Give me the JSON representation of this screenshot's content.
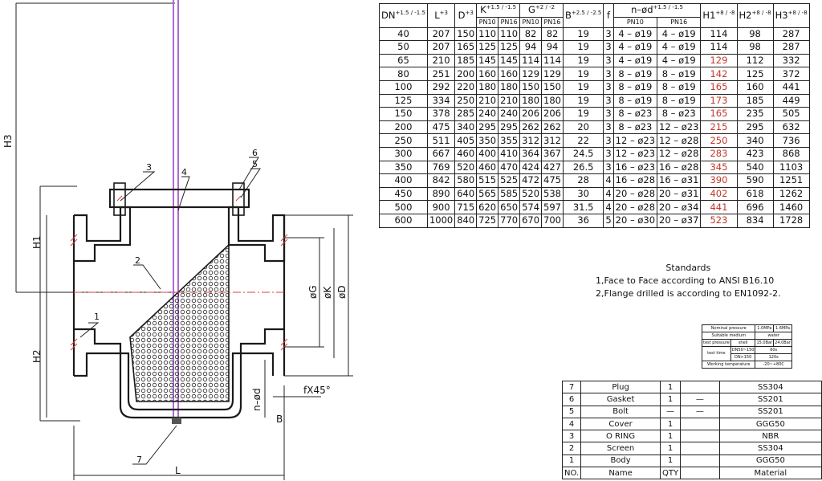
{
  "drawing": {
    "balloons": [
      "1",
      "2",
      "3",
      "4",
      "5",
      "6",
      "7"
    ],
    "dims": {
      "H3": "H3",
      "H1": "H1",
      "H2": "H2",
      "L": "L",
      "G": "øG",
      "K": "øK",
      "D": "øD",
      "nd": "n–ød",
      "B": "B",
      "chamfer": "fX45°"
    }
  },
  "dim_table": {
    "headers": [
      "DN",
      "L",
      "D",
      "K",
      "G",
      "B",
      "f",
      "n–ød",
      "H1",
      "H2",
      "H3"
    ],
    "tol": {
      "DN": "+1.5 / -1.5",
      "L": "+3",
      "D": "+3",
      "K": "+1.5 / -1.5",
      "G": "+2 / -2",
      "B": "+2.5 / -2.5",
      "nd": "+1.5 / -1.5",
      "H1": "+8 / -8",
      "H2": "+8 / -8",
      "H3": "+8 / -8"
    },
    "sub": [
      "PN10",
      "PN16",
      "PN10",
      "PN16",
      "PN10",
      "PN16"
    ],
    "rows": [
      [
        "40",
        "207",
        "150",
        "110",
        "110",
        "82",
        "82",
        "19",
        "3",
        "4 – ø19",
        "4 – ø19",
        "114",
        "98",
        "287"
      ],
      [
        "50",
        "207",
        "165",
        "125",
        "125",
        "94",
        "94",
        "19",
        "3",
        "4 – ø19",
        "4 – ø19",
        "114",
        "98",
        "287"
      ],
      [
        "65",
        "210",
        "185",
        "145",
        "145",
        "114",
        "114",
        "19",
        "3",
        "4 – ø19",
        "4 – ø19",
        "129",
        "112",
        "332"
      ],
      [
        "80",
        "251",
        "200",
        "160",
        "160",
        "129",
        "129",
        "19",
        "3",
        "8 – ø19",
        "8 – ø19",
        "142",
        "125",
        "372"
      ],
      [
        "100",
        "292",
        "220",
        "180",
        "180",
        "150",
        "150",
        "19",
        "3",
        "8 – ø19",
        "8 – ø19",
        "165",
        "160",
        "441"
      ],
      [
        "125",
        "334",
        "250",
        "210",
        "210",
        "180",
        "180",
        "19",
        "3",
        "8 – ø19",
        "8 – ø19",
        "173",
        "185",
        "449"
      ],
      [
        "150",
        "378",
        "285",
        "240",
        "240",
        "206",
        "206",
        "19",
        "3",
        "8 – ø23",
        "8 – ø23",
        "165",
        "235",
        "505"
      ],
      [
        "200",
        "475",
        "340",
        "295",
        "295",
        "262",
        "262",
        "20",
        "3",
        "8 – ø23",
        "12 – ø23",
        "215",
        "295",
        "632"
      ],
      [
        "250",
        "511",
        "405",
        "350",
        "355",
        "312",
        "312",
        "22",
        "3",
        "12 – ø23",
        "12 – ø28",
        "250",
        "340",
        "736"
      ],
      [
        "300",
        "667",
        "460",
        "400",
        "410",
        "364",
        "367",
        "24.5",
        "3",
        "12 – ø23",
        "12 – ø28",
        "283",
        "423",
        "868"
      ],
      [
        "350",
        "769",
        "520",
        "460",
        "470",
        "424",
        "427",
        "26.5",
        "3",
        "16 – ø23",
        "16 – ø28",
        "345",
        "540",
        "1103"
      ],
      [
        "400",
        "842",
        "580",
        "515",
        "525",
        "472",
        "475",
        "28",
        "4",
        "16 – ø28",
        "16 – ø31",
        "390",
        "590",
        "1251"
      ],
      [
        "450",
        "890",
        "640",
        "565",
        "585",
        "520",
        "538",
        "30",
        "4",
        "20 – ø28",
        "20 – ø31",
        "402",
        "618",
        "1262"
      ],
      [
        "500",
        "900",
        "715",
        "620",
        "650",
        "574",
        "597",
        "31.5",
        "4",
        "20 – ø28",
        "20 – ø34",
        "441",
        "696",
        "1460"
      ],
      [
        "600",
        "1000",
        "840",
        "725",
        "770",
        "670",
        "700",
        "36",
        "5",
        "20 – ø30",
        "20 – ø37",
        "523",
        "834",
        "1728"
      ]
    ]
  },
  "standards": {
    "title": "Standards",
    "lines": [
      "1,Face to Face according to ANSI B16.10",
      "2,Flange drilled is according to EN1092-2."
    ]
  },
  "test_table": {
    "nominal_label": "Nominal pressure",
    "nominal_pn10": "1.0MPa",
    "nominal_pn16": "1.6MPa",
    "medium_label": "Suitable medium",
    "medium_value": "water",
    "pressure_label": "test pressure",
    "shell_label": "shell",
    "shell_pn10": "15.0Bar",
    "shell_pn16": "24.0Bar",
    "time_label": "test time",
    "time_r1_range": "DN50~150",
    "time_r1_value": "60s",
    "time_r2_range": "DN>150",
    "time_r2_value": "120s",
    "temp_label": "Working temperature",
    "temp_value": "-20~+80C"
  },
  "parts": {
    "rows": [
      [
        "7",
        "Plug",
        "1",
        "",
        "SS304"
      ],
      [
        "6",
        "Gasket",
        "1",
        "—",
        "SS201"
      ],
      [
        "5",
        "Bolt",
        "—",
        "—",
        "SS201"
      ],
      [
        "4",
        "Cover",
        "1",
        "",
        "GGG50"
      ],
      [
        "3",
        "O RING",
        "1",
        "",
        "NBR"
      ],
      [
        "2",
        "Screen",
        "1",
        "",
        "SS304"
      ],
      [
        "1",
        "Body",
        "1",
        "",
        "GGG50"
      ]
    ],
    "header": [
      "NO.",
      "Name",
      "QTY",
      "",
      "Material"
    ]
  },
  "colors": {
    "line": "#1a1a1a",
    "center": "#d94040",
    "stem": "#b06ad0",
    "hatch": "#d94040"
  }
}
